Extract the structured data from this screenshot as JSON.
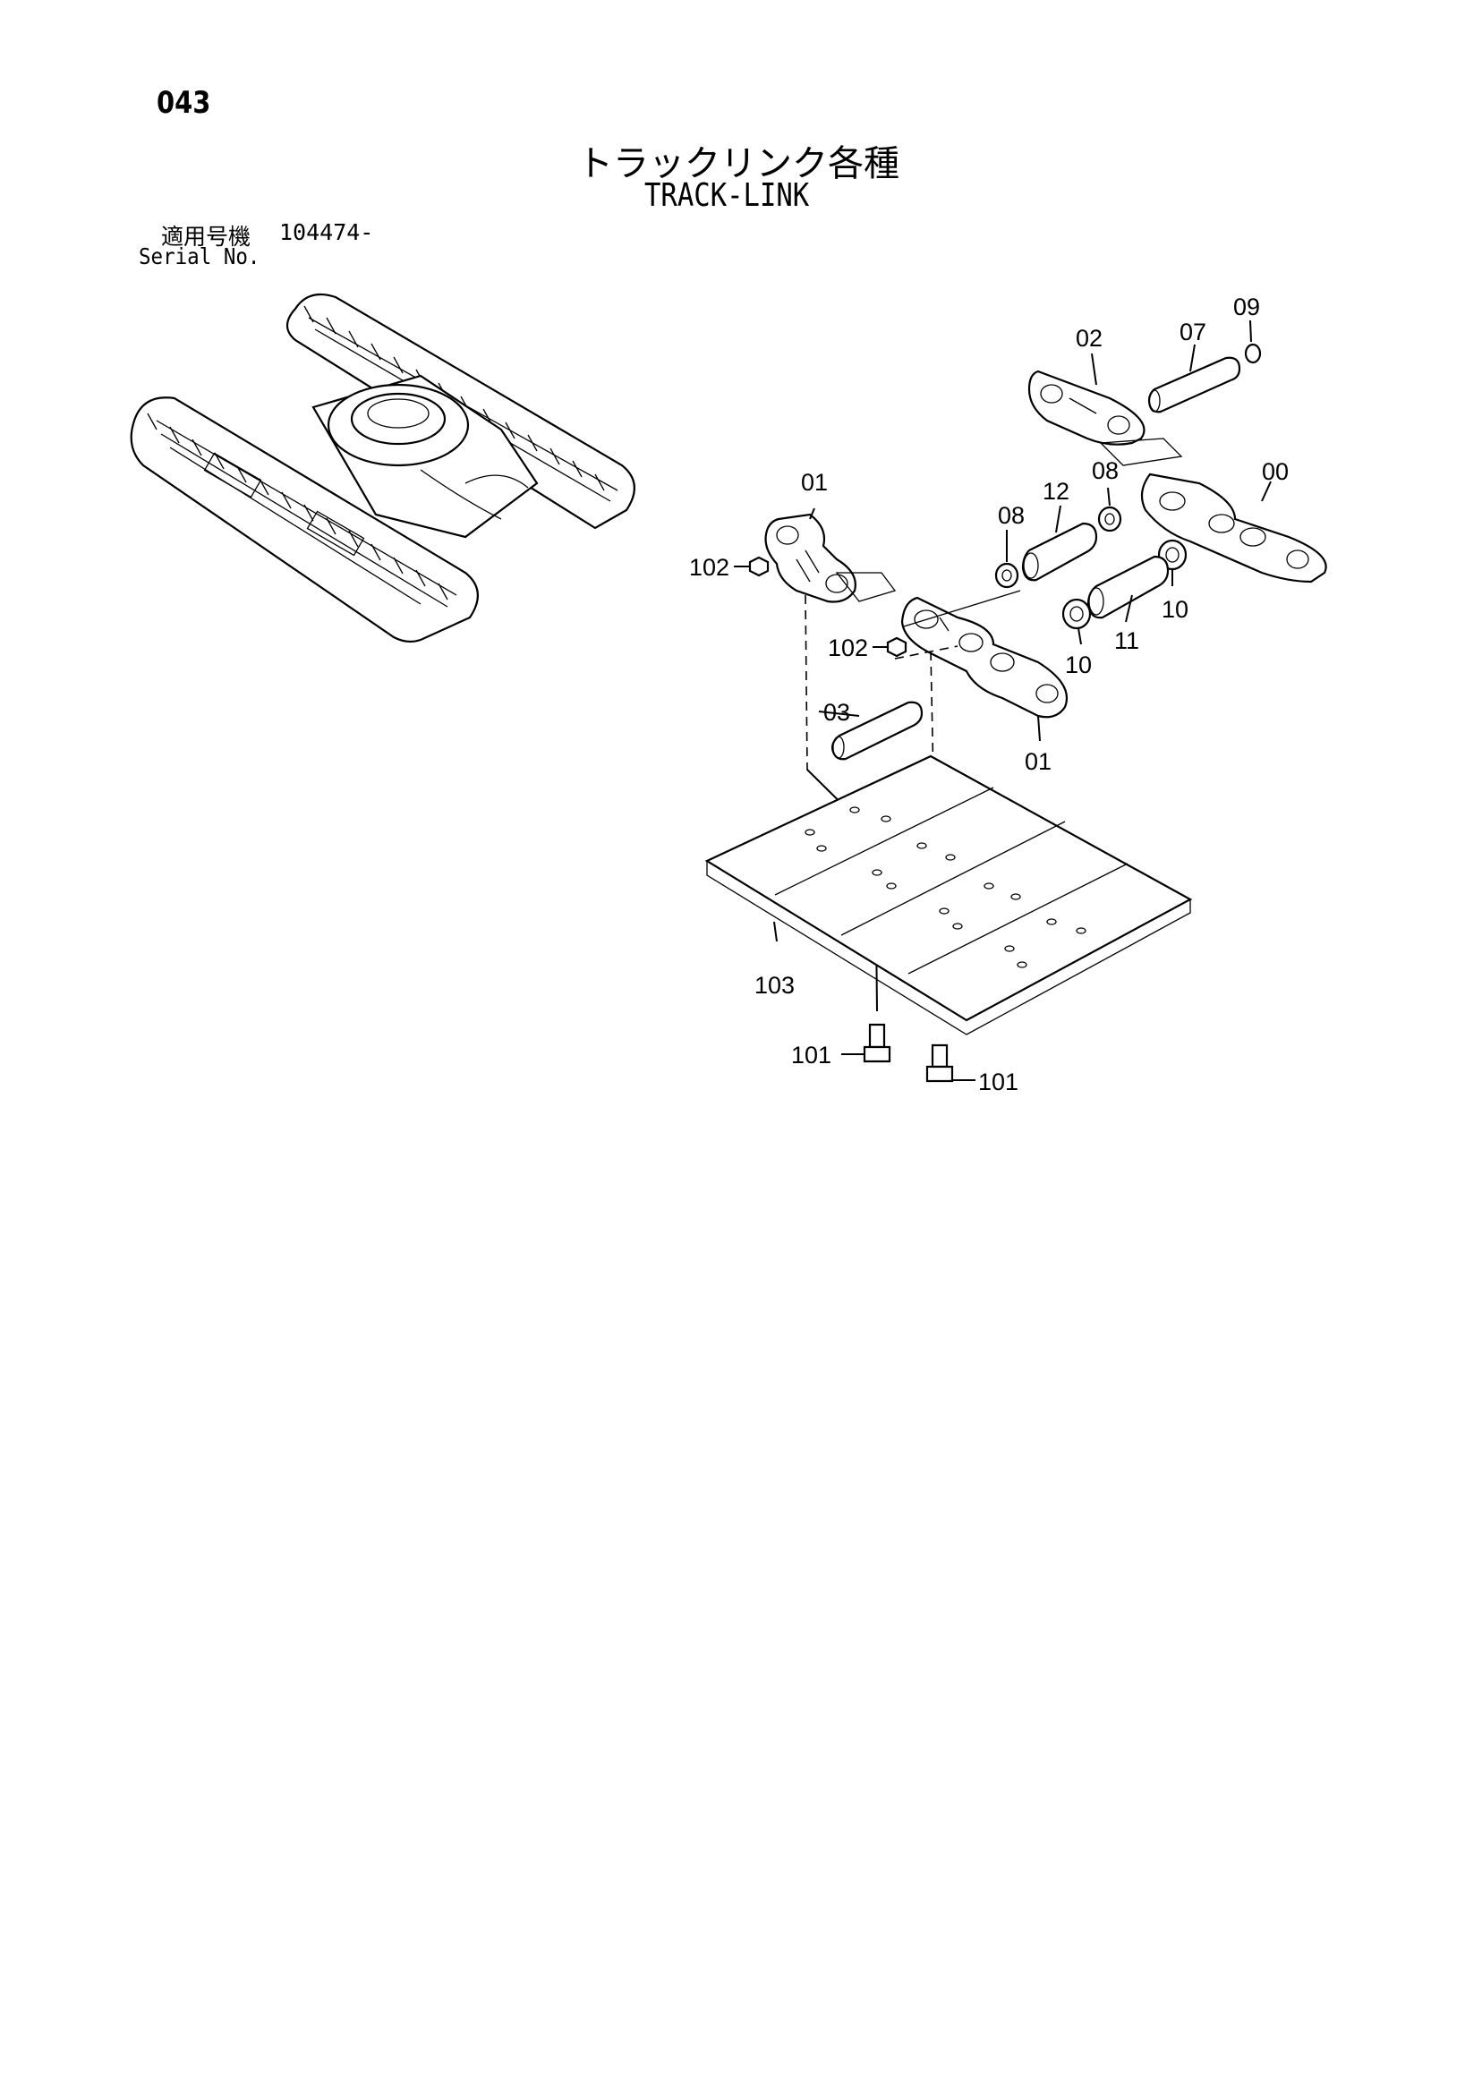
{
  "page_number": "043",
  "title_jp": "トラックリンク各種",
  "title_en": "TRACK-LINK",
  "serial": {
    "label_jp": "適用号機",
    "value": "104474-",
    "label_en": "Serial No."
  },
  "callouts": {
    "c00": "00",
    "c01_top": "01",
    "c01_bottom": "01",
    "c02": "02",
    "c03": "03",
    "c07": "07",
    "c08_left": "08",
    "c08_right": "08",
    "c09": "09",
    "c10_left": "10",
    "c10_right": "10",
    "c11": "11",
    "c12": "12",
    "c101_left": "101",
    "c101_right": "101",
    "c102_top": "102",
    "c102_mid": "102",
    "c103": "103"
  }
}
